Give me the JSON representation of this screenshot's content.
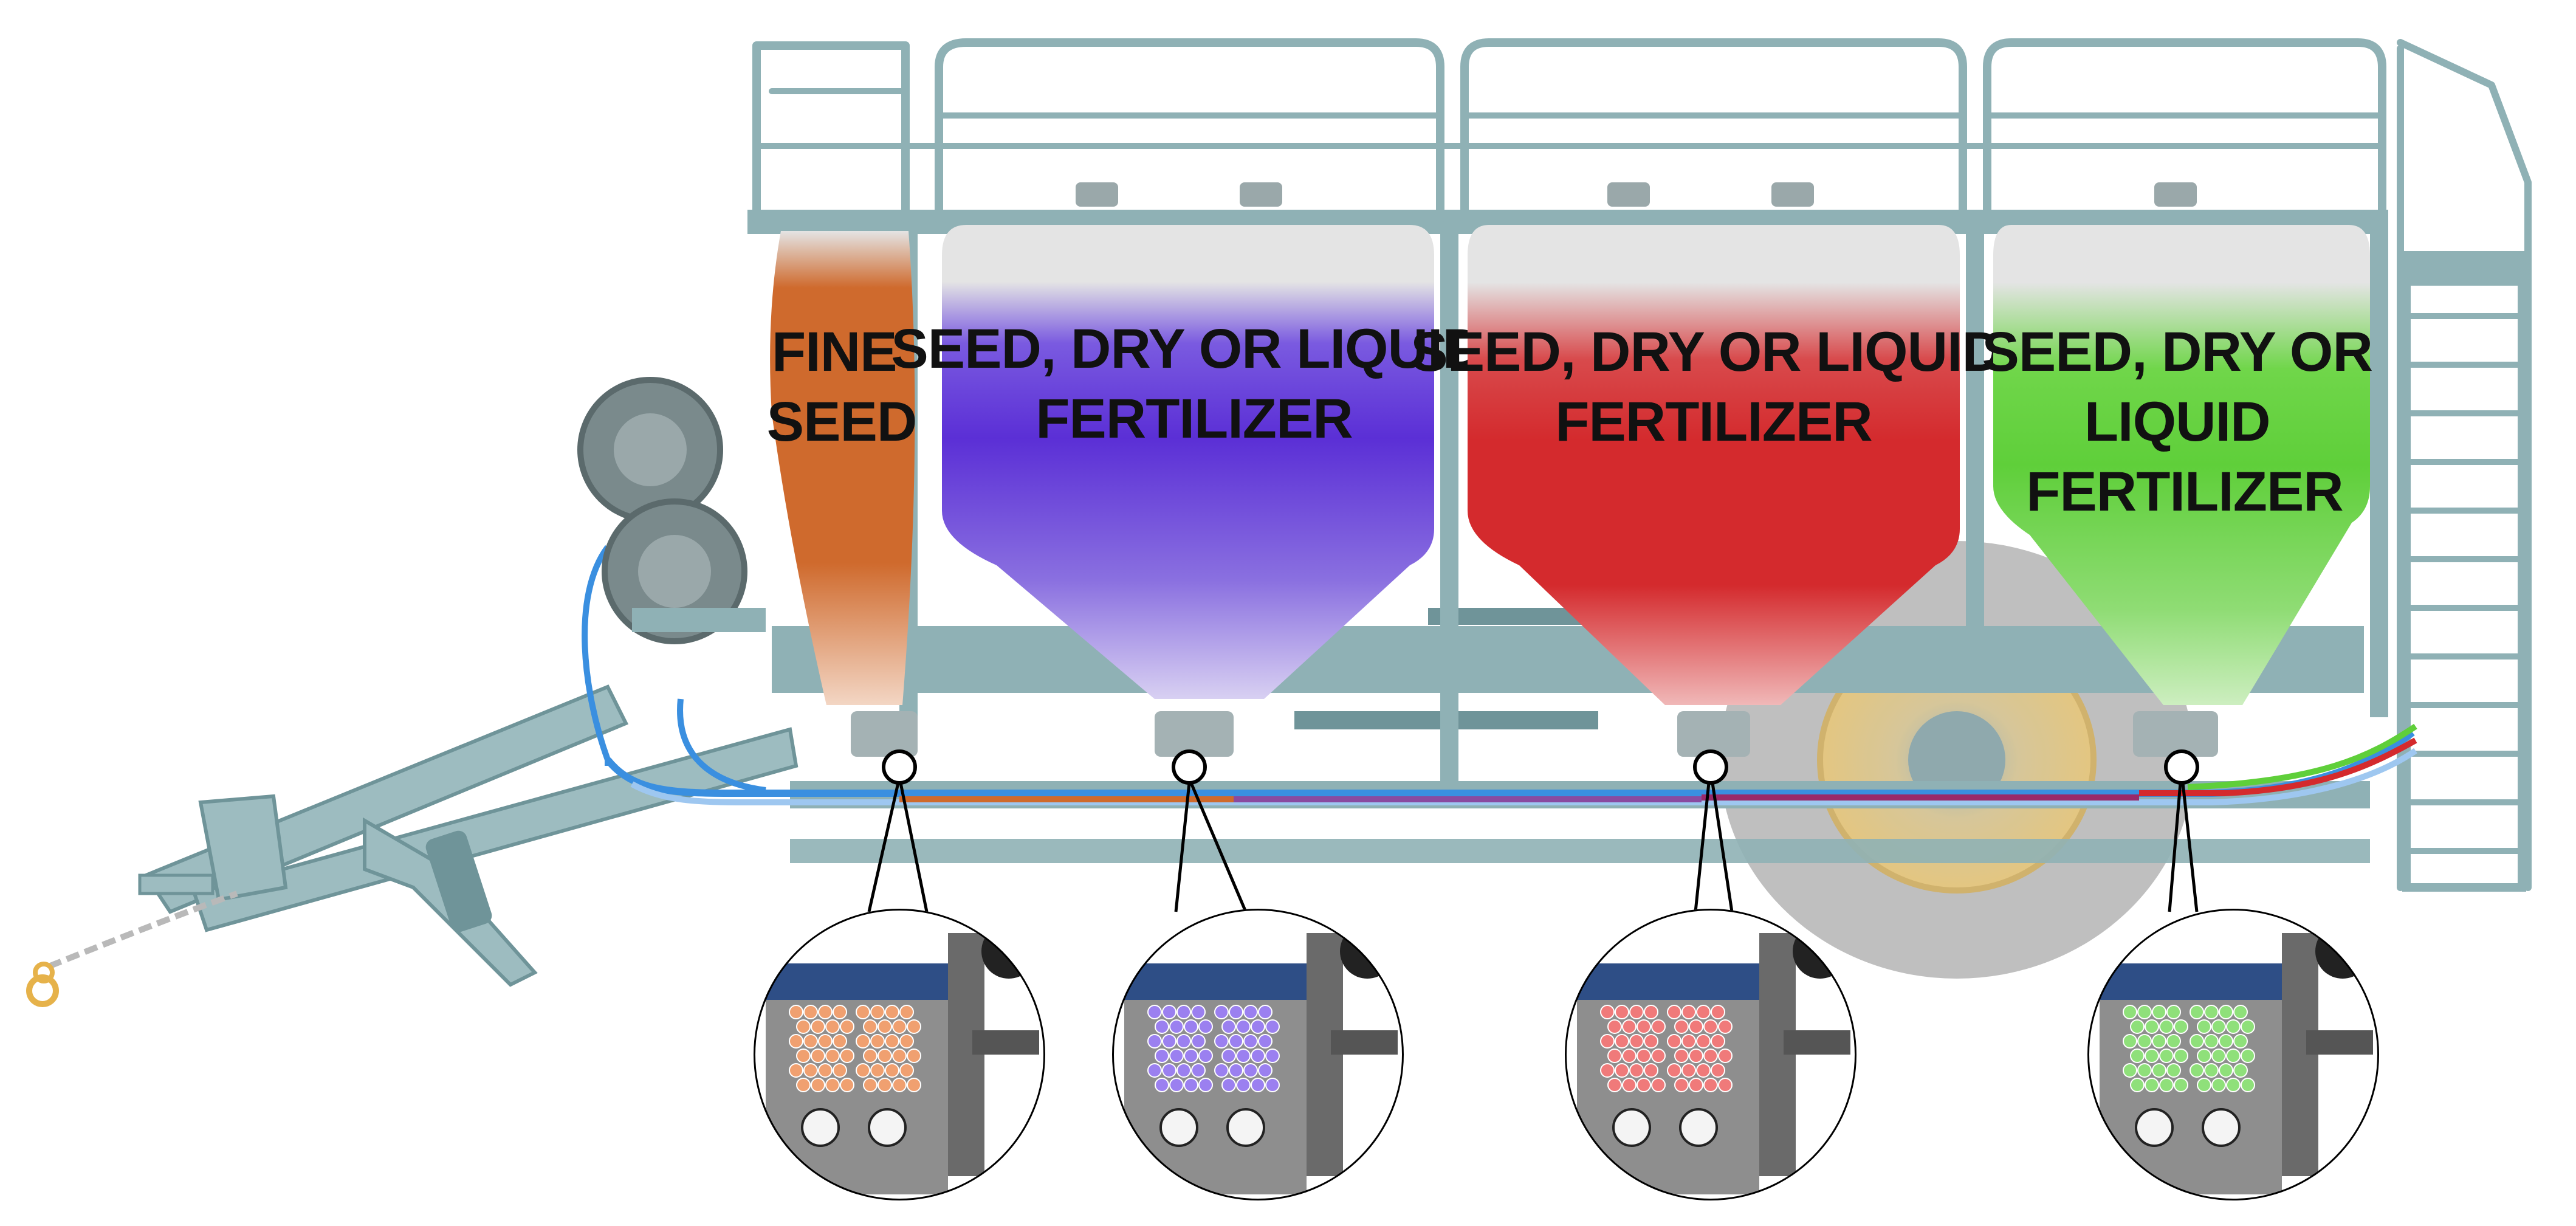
{
  "colors": {
    "frame": "#8fb1b5",
    "frame_dark": "#6f9499",
    "fine_seed": "#cf6a2d",
    "tank_blue": "#5b2fd6",
    "tank_red": "#d42a2d",
    "tank_green": "#5fcf3a",
    "hose_blue": "#3a8fe0",
    "wheel_rim": "#e8c77a",
    "tire": "#a9a9a9",
    "hitch": "#e6b24a"
  },
  "tanks": [
    {
      "id": "fine-seed",
      "lines": [
        "FINE",
        "SEED"
      ],
      "color": "#cf6a2d"
    },
    {
      "id": "tank-1",
      "lines": [
        "SEED, DRY OR LIQUID",
        "FERTILIZER"
      ],
      "color": "#5b2fd6"
    },
    {
      "id": "tank-2",
      "lines": [
        "SEED, DRY OR LIQUID",
        "FERTILIZER"
      ],
      "color": "#d42a2d"
    },
    {
      "id": "tank-3",
      "lines": [
        "SEED, DRY OR",
        "LIQUID",
        "FERTILIZER"
      ],
      "color": "#5fcf3a"
    }
  ],
  "meter_callouts": [
    {
      "id": "meter-fine-seed",
      "particle_color": "#f0a070"
    },
    {
      "id": "meter-tank-1",
      "particle_color": "#9b80f0"
    },
    {
      "id": "meter-tank-2",
      "particle_color": "#f07a7a"
    },
    {
      "id": "meter-tank-3",
      "particle_color": "#8fe07a"
    }
  ],
  "icons": [
    "hose-reel-icon",
    "wheel-icon",
    "ladder-icon",
    "hitch-chain-icon",
    "meter-detail-icon"
  ]
}
